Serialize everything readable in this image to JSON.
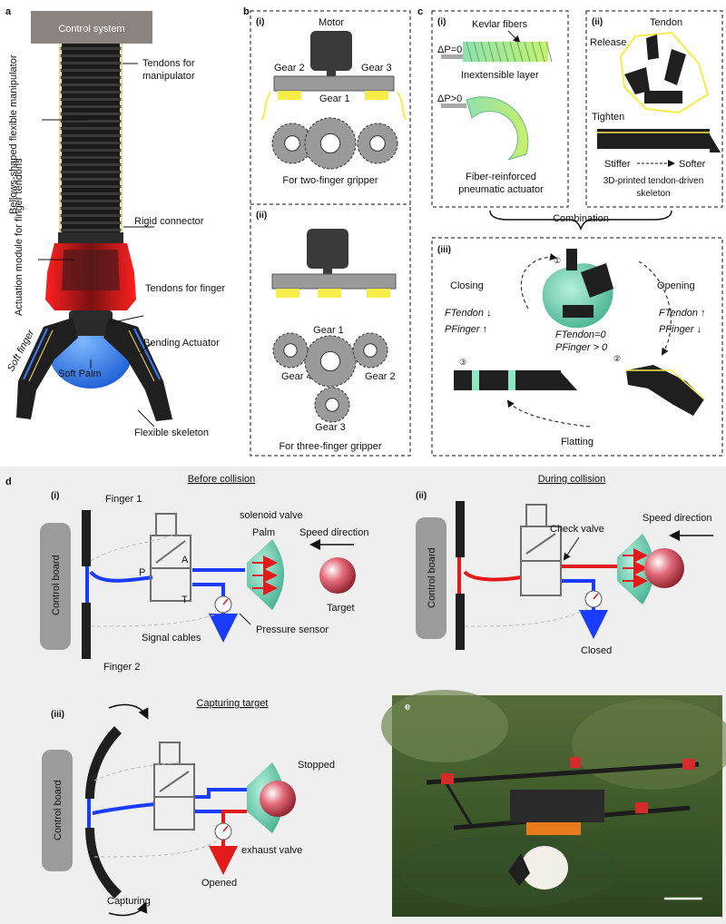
{
  "panel_letters": {
    "a": "a",
    "b": "b",
    "c": "c",
    "d": "d",
    "e": "e"
  },
  "panel_a": {
    "control_system": "Control system",
    "tendons_manipulator": "Tendons for manipulator",
    "bellows": "Bellows-shaped flexible manipulator",
    "rigid_connector": "Rigid connector",
    "actuation_module": "Actuation module for finger tendons",
    "tendons_finger": "Tendons for finger",
    "bending_actuator": "Bending Actuator",
    "soft_finger": "Soft finger",
    "soft_palm": "Soft Palm",
    "flexible_skeleton": "Flexible skeleton"
  },
  "panel_b": {
    "i": "(i)",
    "ii": "(ii)",
    "motor": "Motor",
    "gear1": "Gear 1",
    "gear2": "Gear 2",
    "gear3": "Gear 3",
    "gear4": "Gear 4",
    "two_finger": "For two-finger gripper",
    "three_finger": "For three-finger gripper"
  },
  "panel_c": {
    "i": "(i)",
    "ii": "(ii)",
    "iii": "(iii)",
    "kevlar": "Kevlar fibers",
    "dp0": "ΔP=0",
    "dp_pos": "ΔP>0",
    "inextensible": "Inextensible layer",
    "fiber_actuator": "Fiber-reinforced pneumatic actuator",
    "tendon": "Tendon",
    "release": "Release",
    "tighten": "Tighten",
    "stiffer": "Stiffer",
    "softer": "Softer",
    "skeleton": "3D-printed tendon-driven skeleton",
    "combination": "Combination",
    "closing": "Closing",
    "opening": "Opening",
    "flatting": "Flatting",
    "f_tendon_down": "FTendon ↓",
    "p_finger_up": "PFinger ↑",
    "f_tendon_up": "FTendon ↑",
    "p_finger_down": "PFinger ↓",
    "f_tendon_zero": "FTendon=0",
    "p_finger_pos": "PFinger > 0",
    "s1": "①",
    "s2": "②",
    "s3": "③"
  },
  "panel_d": {
    "i": "(i)",
    "ii": "(ii)",
    "iii": "(iii)",
    "before": "Before collision",
    "during": "During collision",
    "capturing_target": "Capturing target",
    "control_board": "Control board",
    "finger1": "Finger 1",
    "finger2": "Finger 2",
    "solenoid": "solenoid valve",
    "palm": "Palm",
    "speed": "Speed direction",
    "target": "Target",
    "pressure": "Pressure sensor",
    "signal": "Signal cables",
    "port_p": "P",
    "port_a": "A",
    "port_t": "T",
    "check_valve": "Check valve",
    "closed": "Closed",
    "stopped": "Stopped",
    "exhaust": "exhaust valve",
    "opened": "Opened",
    "capturing": "Capturing"
  },
  "colors": {
    "blue": "#1a3cff",
    "red": "#e31b1b",
    "valve": "#6e6e6e",
    "palm": "#5fc9a9",
    "sphere": "#d85a6a",
    "board": "#9b9b9b",
    "panel_bg": "#f0f0f0"
  }
}
